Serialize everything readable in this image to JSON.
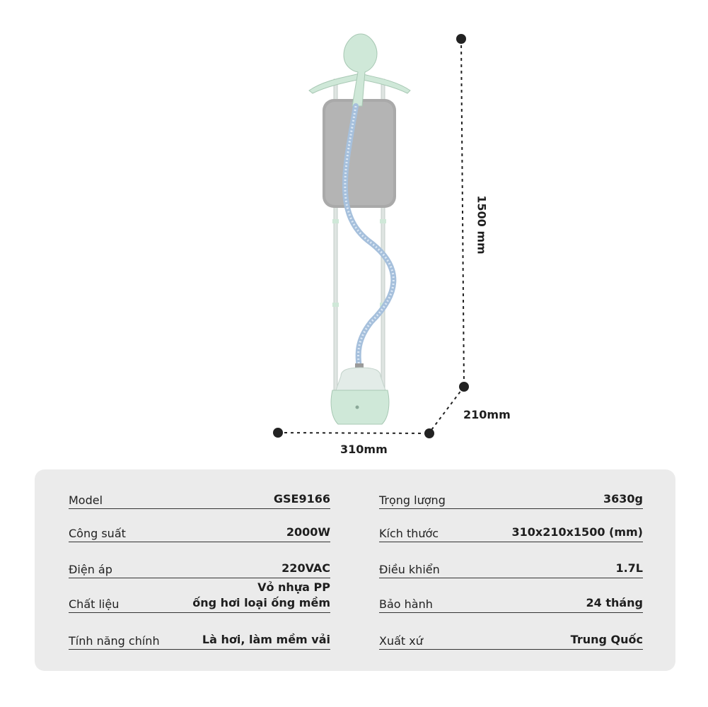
{
  "dimensions": {
    "height": "1500 mm",
    "depth": "210mm",
    "width": "310mm"
  },
  "colors": {
    "body": "#cfe8d8",
    "board": "#a9a9a9",
    "hose": "#bcd3ec",
    "panel": "#ebebeb",
    "text": "#222222"
  },
  "specs": {
    "left": [
      {
        "label": "Model",
        "value": [
          "GSE9166"
        ]
      },
      {
        "label": "Công suất",
        "value": [
          "2000W"
        ]
      },
      {
        "label": "Điện áp",
        "value": [
          "220VAC"
        ]
      },
      {
        "label": "Chất liệu",
        "value": [
          "Vỏ nhựa PP",
          "ống hơi loại ống mềm"
        ]
      },
      {
        "label": "Tính năng chính",
        "value": [
          "Là hơi, làm mềm vải"
        ]
      }
    ],
    "right": [
      {
        "label": "Trọng lượng",
        "value": [
          "3630g"
        ]
      },
      {
        "label": "Kích thước",
        "value": [
          "310x210x1500 (mm)"
        ]
      },
      {
        "label": "Điều khiển",
        "value": [
          "1.7L"
        ]
      },
      {
        "label": "Bảo hành",
        "value": [
          "24 tháng"
        ]
      },
      {
        "label": "Xuất xứ",
        "value": [
          "Trung Quốc"
        ]
      }
    ]
  }
}
